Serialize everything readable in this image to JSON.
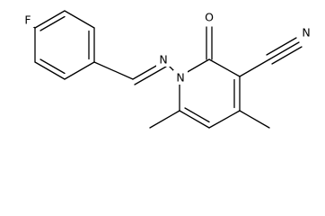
{
  "structure": {
    "atoms": {
      "fluorine": "F",
      "imine_nitrogen": "N",
      "ring_nitrogen": "N",
      "carbonyl_oxygen": "O",
      "nitrile_nitrogen": "N"
    }
  }
}
